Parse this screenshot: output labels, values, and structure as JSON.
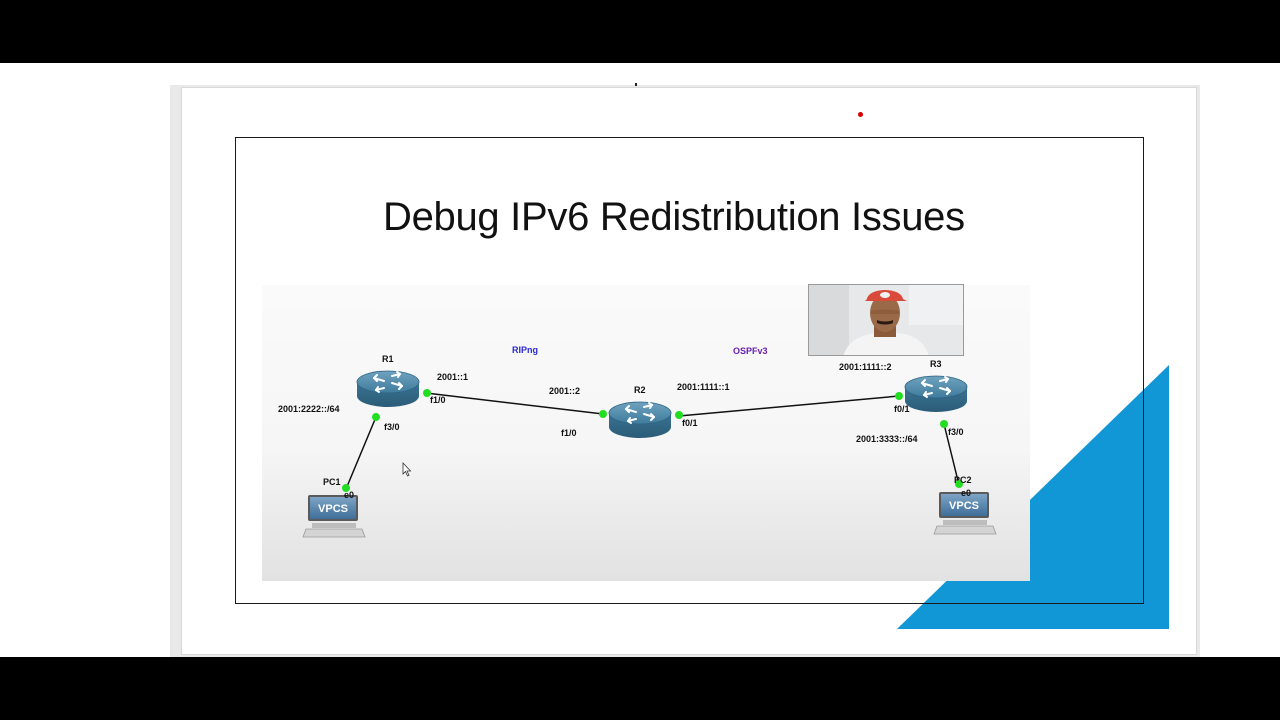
{
  "slide": {
    "title": "Debug IPv6 Redistribution Issues"
  },
  "topology": {
    "protocols": {
      "left": "RIPng",
      "right": "OSPFv3"
    },
    "colors": {
      "link_dot": "#22dd22",
      "ripng": "#2a2acc",
      "ospf": "#6a1fb0",
      "accent": "#1196d6"
    },
    "routers": {
      "r1": {
        "name": "R1",
        "if_right": "f1/0",
        "if_down": "f3/0",
        "addr_right": "2001::1",
        "addr_down": "2001:2222::/64"
      },
      "r2": {
        "name": "R2",
        "if_left": "f1/0",
        "if_right": "f0/1",
        "addr_left": "2001::2",
        "addr_right": "2001:1111::1"
      },
      "r3": {
        "name": "R3",
        "if_left": "f0/1",
        "if_down": "f3/0",
        "addr_left": "2001:1111::2",
        "addr_down": "2001:3333::/64"
      }
    },
    "pcs": {
      "pc1": {
        "name": "PC1",
        "iface": "e0",
        "device": "VPCS"
      },
      "pc2": {
        "name": "PC2",
        "iface": "e0",
        "device": "VPCS"
      }
    }
  },
  "icons": {
    "router": "router-icon",
    "pc": "vpcs-pc-icon",
    "cursor": "mouse-pointer-icon",
    "presenter": "webcam-presenter"
  }
}
